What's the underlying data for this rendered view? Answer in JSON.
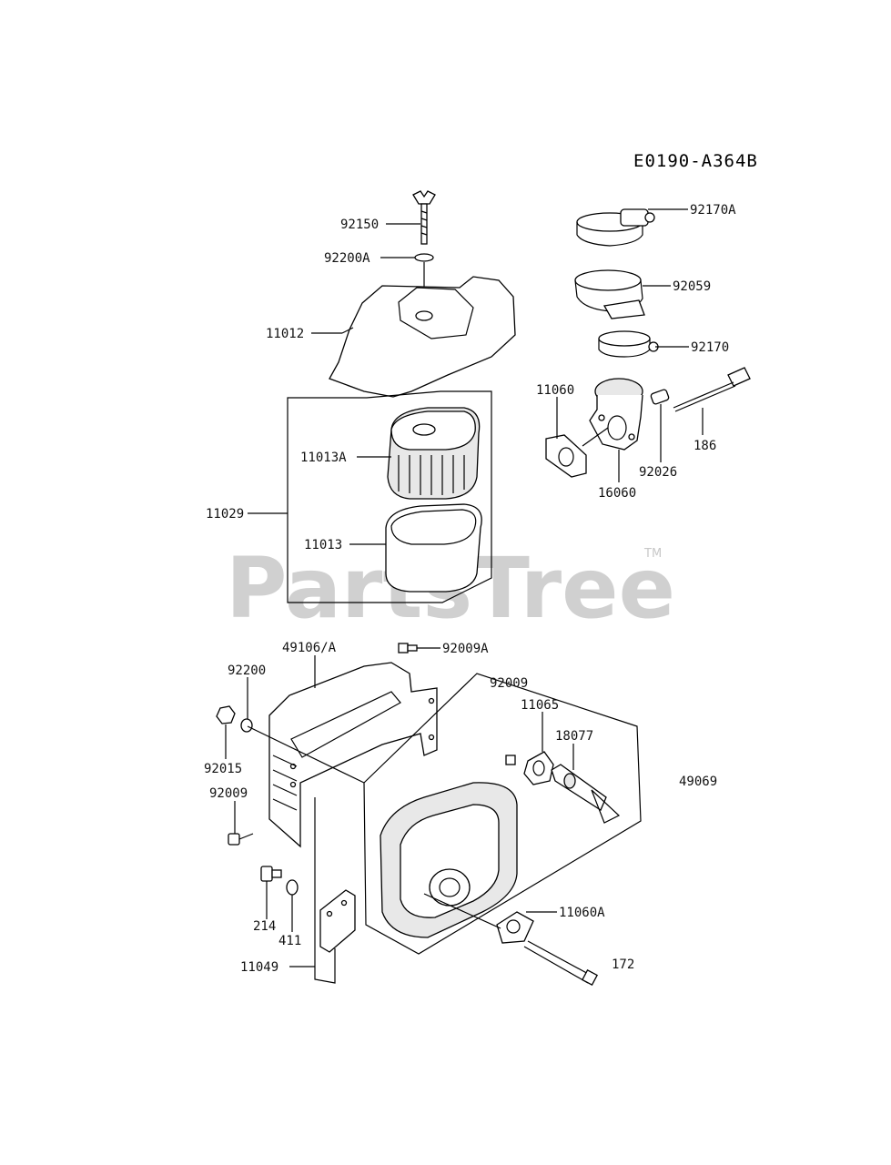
{
  "diagram": {
    "reference_code": "E0190-A364B",
    "watermark": "PartsTree",
    "trademark": "TM"
  },
  "labels": {
    "p92150": "92150",
    "p92200A": "92200A",
    "p11012": "11012",
    "p11013A": "11013A",
    "p11029": "11029",
    "p11013": "11013",
    "p92170A": "92170A",
    "p92059": "92059",
    "p92170": "92170",
    "p11060": "11060",
    "p186": "186",
    "p92026": "92026",
    "p16060": "16060",
    "p49106A": "49106/A",
    "p92009A": "92009A",
    "p92200": "92200",
    "p92009_top": "92009",
    "p11065": "11065",
    "p18077": "18077",
    "p92015": "92015",
    "p49069": "49069",
    "p92009_left": "92009",
    "p214": "214",
    "p411": "411",
    "p11060A": "11060A",
    "p172": "172",
    "p11049": "11049"
  }
}
